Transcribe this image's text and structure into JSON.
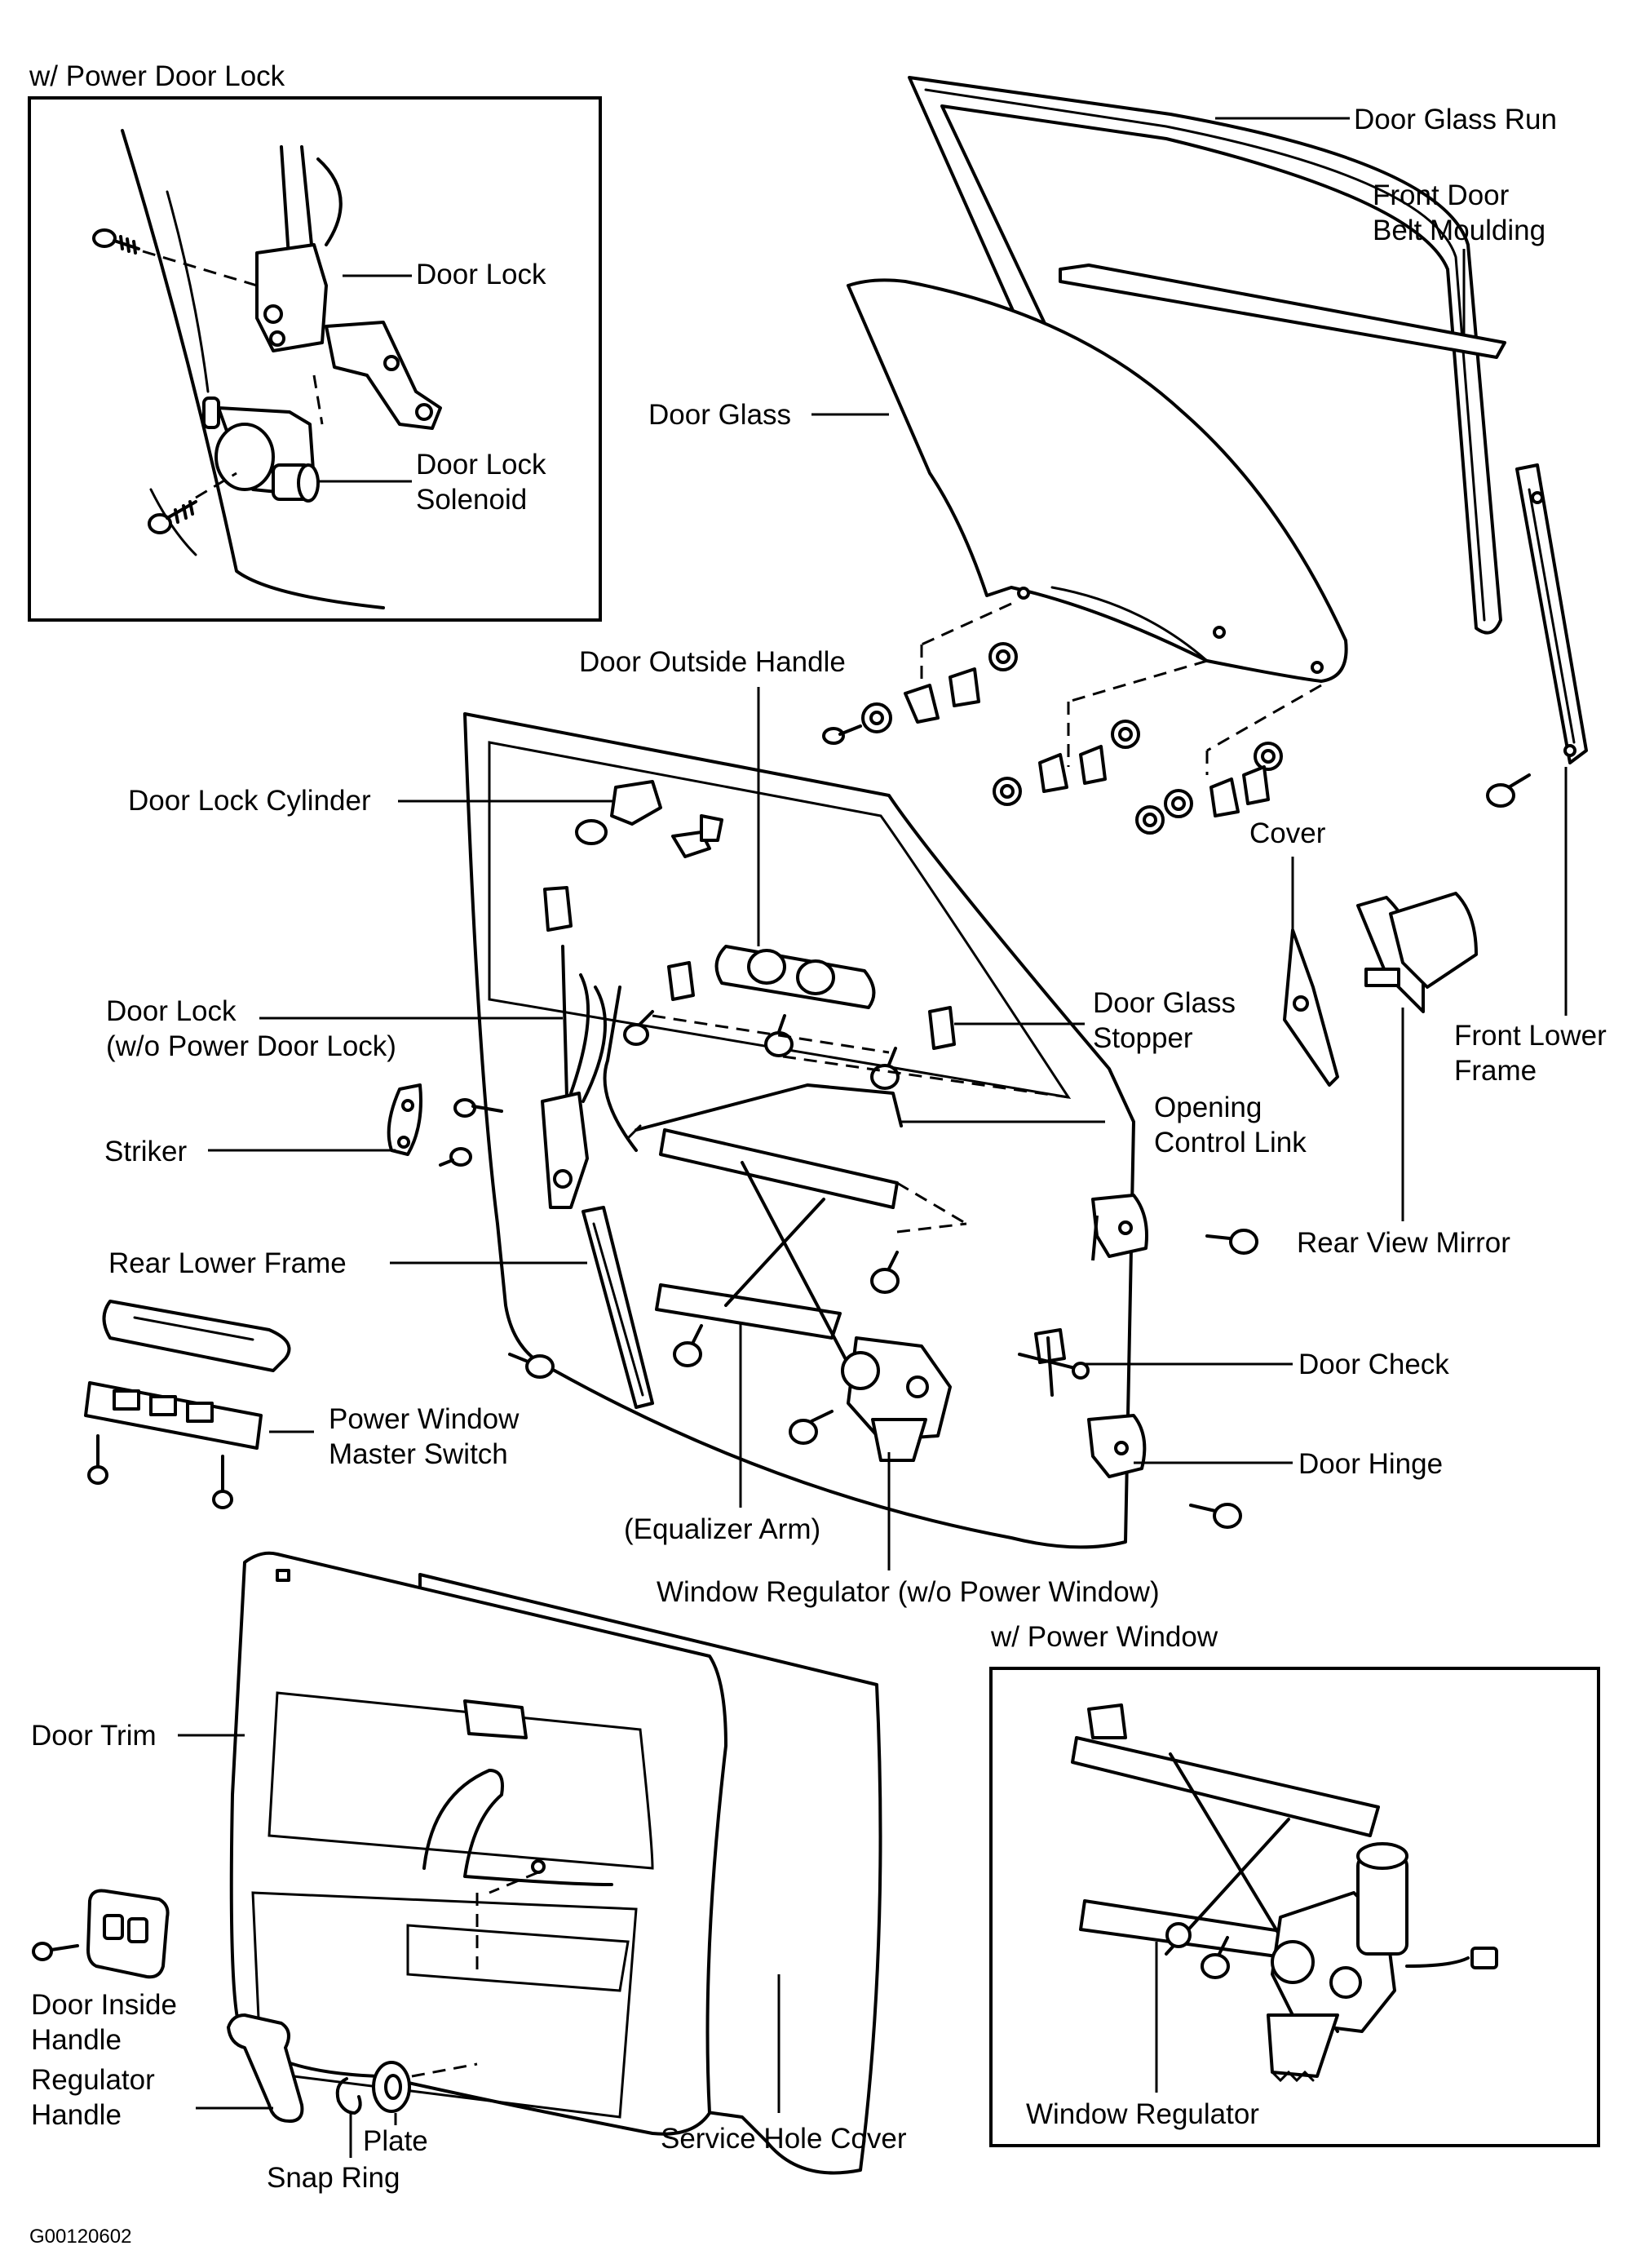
{
  "insets": {
    "power_door_lock_title": "w/ Power Door Lock",
    "power_window_title": "w/ Power Window"
  },
  "labels": {
    "door_lock": "Door Lock",
    "door_lock_solenoid": "Door Lock\nSolenoid",
    "door_glass_run": "Door Glass Run",
    "front_door_belt_moulding": "Front Door\nBelt Moulding",
    "door_glass": "Door Glass",
    "door_outside_handle": "Door Outside Handle",
    "door_lock_cylinder": "Door Lock Cylinder",
    "cover": "Cover",
    "front_lower_frame": "Front Lower\nFrame",
    "door_lock_wo_power": "Door Lock\n(w/o Power Door Lock)",
    "door_glass_stopper": "Door Glass\nStopper",
    "opening_control_link": "Opening\nControl Link",
    "striker": "Striker",
    "rear_view_mirror": "Rear View Mirror",
    "rear_lower_frame": "Rear Lower Frame",
    "door_check": "Door Check",
    "power_window_master_switch": "Power Window\nMaster Switch",
    "door_hinge": "Door Hinge",
    "equalizer_arm": "(Equalizer Arm)",
    "window_regulator_wo_power": "Window Regulator (w/o Power Window)",
    "door_trim": "Door Trim",
    "door_inside_handle": "Door Inside\nHandle",
    "regulator_handle": "Regulator\nHandle",
    "plate": "Plate",
    "snap_ring": "Snap Ring",
    "service_hole_cover": "Service Hole Cover",
    "window_regulator": "Window Regulator"
  },
  "figure_id": "G00120602"
}
